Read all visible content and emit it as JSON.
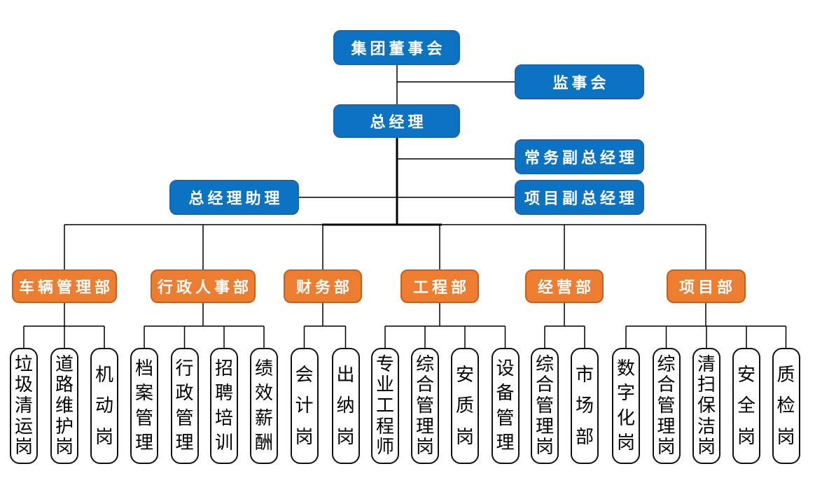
{
  "colors": {
    "background": "#ffffff",
    "node_blue": "#0C73C2",
    "node_blue_border": "#2063A8",
    "node_orange": "#ED7D31",
    "node_orange_border": "#C55F1F",
    "line": "#000000",
    "position_box_bg": "#ffffff",
    "position_box_border": "#111111"
  },
  "executives": {
    "board": "集团董事会",
    "supervisory": "监事会",
    "gm": "总经理",
    "evp": "常务副总经理",
    "pvp": "项目副总经理",
    "assistant": "总经理助理"
  },
  "departments": [
    {
      "name": "车辆管理部",
      "positions": [
        "垃圾清运岗",
        "道路维护岗",
        "机动岗"
      ]
    },
    {
      "name": "行政人事部",
      "positions": [
        "档案管理",
        "行政管理",
        "招聘培训",
        "绩效薪酬"
      ]
    },
    {
      "name": "财务部",
      "positions": [
        "会计岗",
        "出纳岗"
      ]
    },
    {
      "name": "工程部",
      "positions": [
        "专业工程师",
        "综合管理岗",
        "安质岗",
        "设备管理"
      ]
    },
    {
      "name": "经营部",
      "positions": [
        "综合管理岗",
        "市场部"
      ]
    },
    {
      "name": "项目部",
      "positions": [
        "数字化岗",
        "综合管理岗",
        "清扫保洁岗",
        "安全岗",
        "质检岗"
      ]
    }
  ]
}
